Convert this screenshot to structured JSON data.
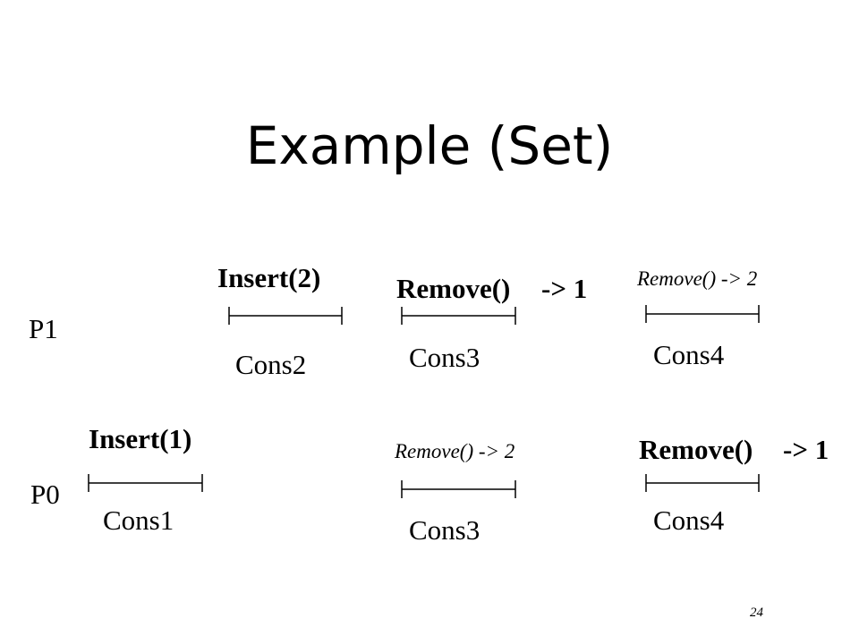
{
  "title": "Example (Set)",
  "processes": {
    "p1": "P1",
    "p0": "P0"
  },
  "p1_ops": {
    "insert2": {
      "op": "Insert(2)",
      "cons": "Cons2"
    },
    "remove_a": {
      "op": "Remove()",
      "result": "-> 1",
      "cons": "Cons3"
    },
    "remove_b": {
      "op": "Remove() -> 2",
      "cons": "Cons4"
    }
  },
  "p0_ops": {
    "insert1": {
      "op": "Insert(1)",
      "cons": "Cons1"
    },
    "remove_a": {
      "op": "Remove() -> 2",
      "cons": "Cons3"
    },
    "remove_b": {
      "op": "Remove()",
      "result": "-> 1",
      "cons": "Cons4"
    }
  },
  "slide_number": "24"
}
